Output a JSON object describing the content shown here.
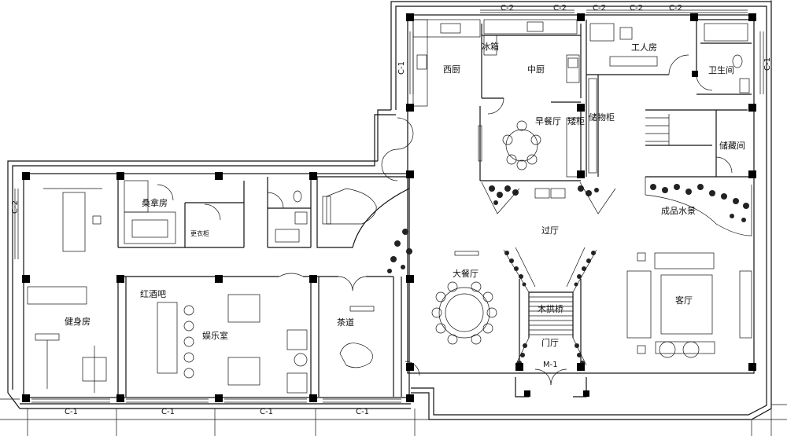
{
  "rooms": {
    "western_kitchen": "西厨",
    "chinese_kitchen": "中厨",
    "fridge": "冰箱",
    "staff_room": "工人房",
    "bathroom": "卫生间",
    "breakfast_room": "早餐厅",
    "low_cabinet": "矮柜",
    "storage_cabinet": "储物柜",
    "storage_room": "储藏间",
    "sauna": "桑拿房",
    "changing_cabinet": "更衣柜",
    "water_feature": "成品水景",
    "hallway": "过厅",
    "gym": "健身房",
    "wine_bar": "红酒吧",
    "entertainment": "娱乐室",
    "tea_room": "茶道",
    "dining_room": "大餐厅",
    "wood_bridge": "木拱桥",
    "foyer": "门厅",
    "living_room": "客厅"
  },
  "window_tags": {
    "c1": "C-1",
    "c2": "C-2",
    "m1": "M-1"
  }
}
